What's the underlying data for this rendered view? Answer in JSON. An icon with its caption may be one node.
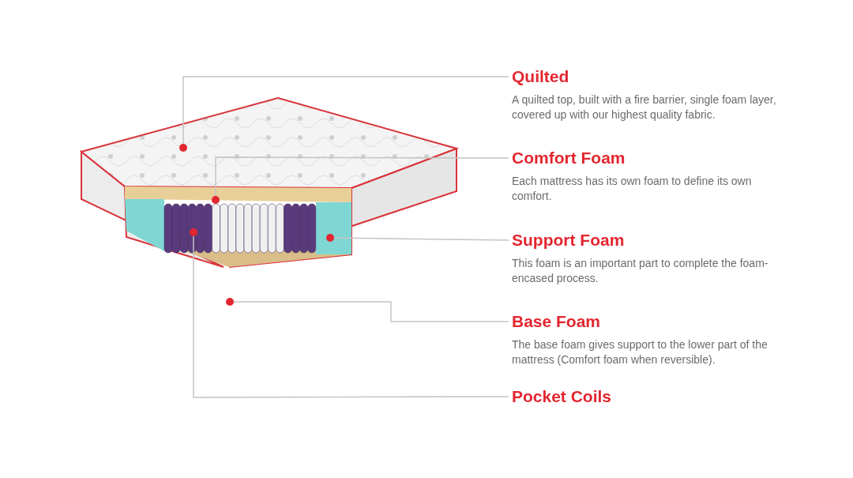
{
  "diagram": {
    "nodes": [
      {
        "text": [
          "Quilted",
          "A quilted top, built with a fire barrier, single foam layer, covered up with our highest quality fabric."
        ]
      },
      {
        "text": [
          "Comfort Foam",
          "Each mattress has its own foam to define its own comfort."
        ]
      },
      {
        "text": [
          "Support Foam",
          "This foam is an important part to complete the foam-encased process."
        ]
      },
      {
        "text": [
          "Base Foam",
          "The base foam gives support to the lower part of the mattress (Comfort foam when reversible)."
        ]
      },
      {
        "text": [
          "Pocket Coils"
        ]
      },
      {
        "text": [],
        "shape": "circle"
      },
      {
        "text": [],
        "shape": "circle"
      },
      {
        "text": [],
        "shape": "circle"
      },
      {
        "text": [],
        "shape": "circle"
      },
      {
        "text": [],
        "shape": "circle"
      }
    ],
    "edges": [
      {
        "from": 0,
        "to": 5,
        "arrow": "none"
      },
      {
        "from": 1,
        "to": 6,
        "arrow": "none"
      },
      {
        "from": 2,
        "to": 8,
        "arrow": "none"
      },
      {
        "from": 3,
        "to": 9,
        "arrow": "none"
      },
      {
        "from": 4,
        "to": 7,
        "arrow": "none"
      }
    ]
  }
}
